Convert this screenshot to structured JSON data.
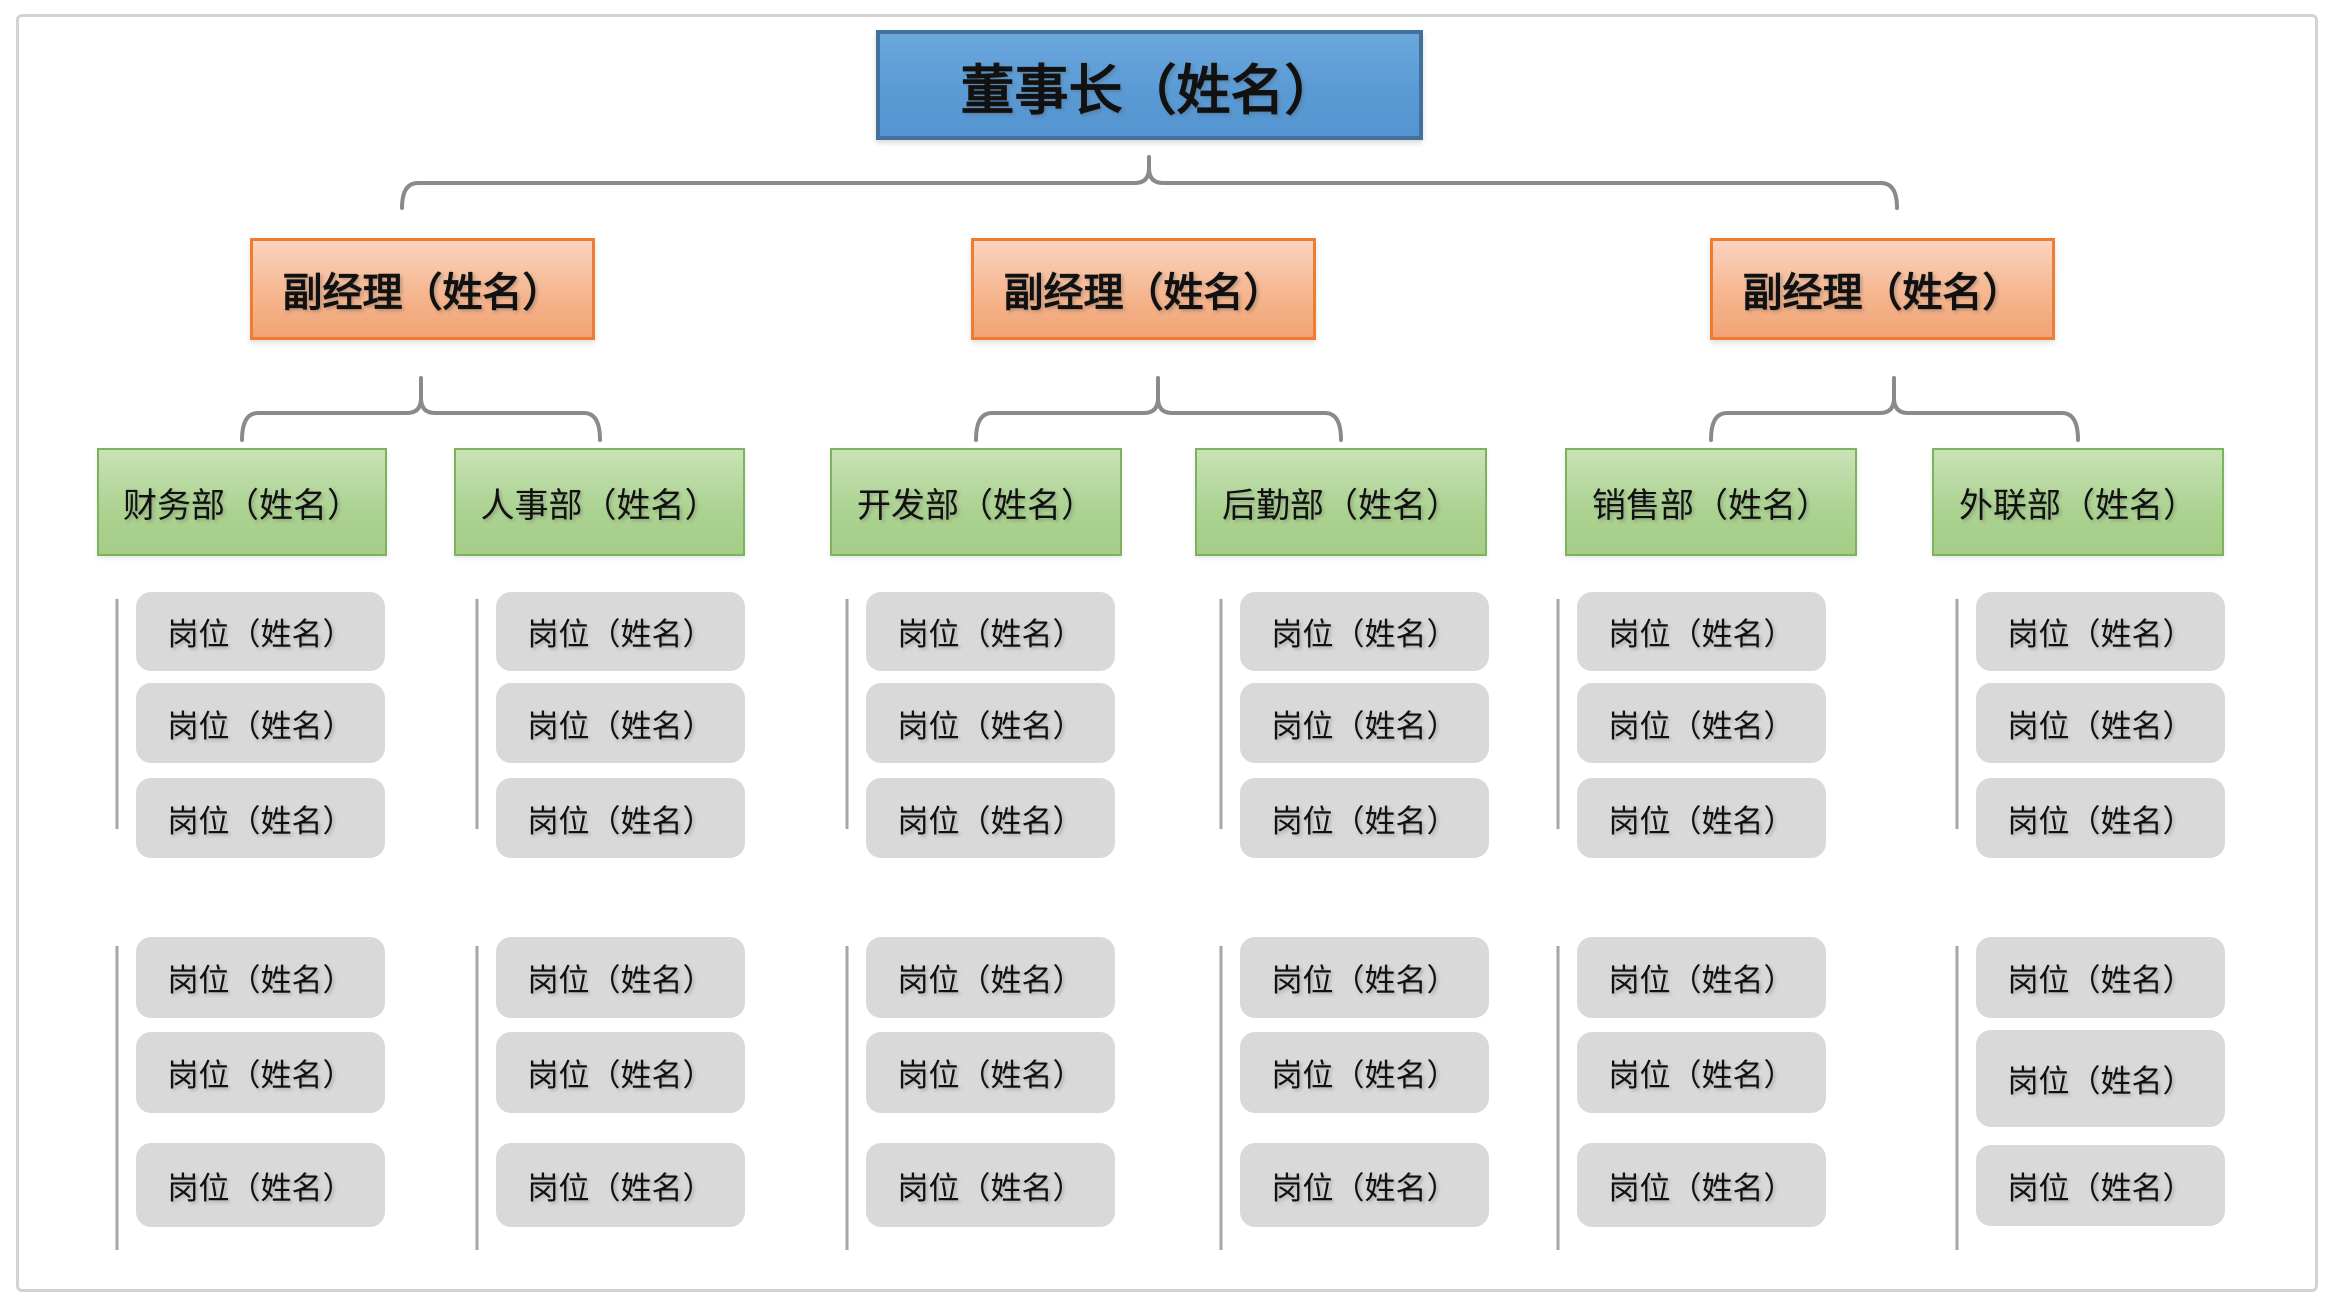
{
  "diagram": {
    "title": "董事长（姓名）",
    "managers": [
      {
        "label": "副经理（姓名）"
      },
      {
        "label": "副经理（姓名）"
      },
      {
        "label": "副经理（姓名）"
      }
    ],
    "departments": [
      {
        "label": "财务部（姓名）",
        "positions": {
          "upper": [
            "岗位（姓名）",
            "岗位（姓名）",
            "岗位（姓名）"
          ],
          "lower": [
            "岗位（姓名）",
            "岗位（姓名）",
            "岗位（姓名）"
          ]
        }
      },
      {
        "label": "人事部（姓名）",
        "positions": {
          "upper": [
            "岗位（姓名）",
            "岗位（姓名）",
            "岗位（姓名）"
          ],
          "lower": [
            "岗位（姓名）",
            "岗位（姓名）",
            "岗位（姓名）"
          ]
        }
      },
      {
        "label": "开发部（姓名）",
        "positions": {
          "upper": [
            "岗位（姓名）",
            "岗位（姓名）",
            "岗位（姓名）"
          ],
          "lower": [
            "岗位（姓名）",
            "岗位（姓名）",
            "岗位（姓名）"
          ]
        }
      },
      {
        "label": "后勤部（姓名）",
        "positions": {
          "upper": [
            "岗位（姓名）",
            "岗位（姓名）",
            "岗位（姓名）"
          ],
          "lower": [
            "岗位（姓名）",
            "岗位（姓名）",
            "岗位（姓名）"
          ]
        }
      },
      {
        "label": "销售部（姓名）",
        "positions": {
          "upper": [
            "岗位（姓名）",
            "岗位（姓名）",
            "岗位（姓名）"
          ],
          "lower": [
            "岗位（姓名）",
            "岗位（姓名）",
            "岗位（姓名）"
          ]
        }
      },
      {
        "label": "外联部（姓名）",
        "positions": {
          "upper": [
            "岗位（姓名）",
            "岗位（姓名）",
            "岗位（姓名）"
          ],
          "lower": [
            "岗位（姓名）",
            "岗位（姓名）",
            "岗位（姓名）"
          ]
        }
      }
    ]
  },
  "colors": {
    "chairman_fill": "#5b9bd5",
    "chairman_border": "#41719c",
    "manager_fill": "#f5b48c",
    "manager_border": "#ed7d31",
    "department_fill": "#abd290",
    "department_border": "#7db25f",
    "position_fill": "#d9d9d9",
    "connector": "#8a8a8a",
    "guide_line": "#a6a6a6",
    "canvas_border": "#d3d3d3"
  }
}
